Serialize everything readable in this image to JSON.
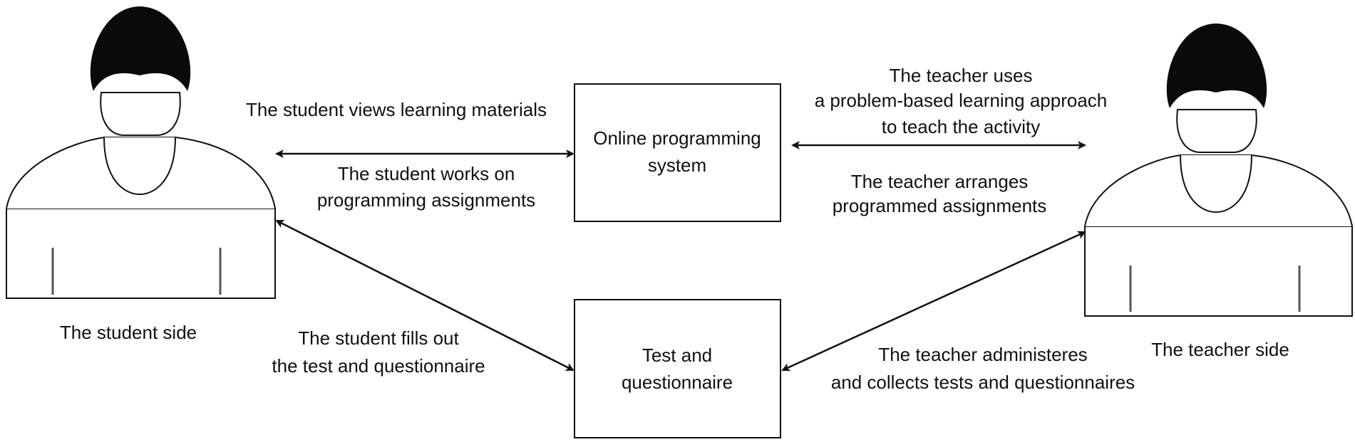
{
  "nodes": {
    "system": {
      "lines": [
        "Online programming",
        "system"
      ]
    },
    "test": {
      "lines": [
        "Test and",
        "questionnaire"
      ]
    },
    "student": {
      "label": "The student side"
    },
    "teacher": {
      "label": "The teacher side"
    }
  },
  "edges": {
    "student_views": "The student views learning materials",
    "student_works": [
      "The student works on",
      "programming assignments"
    ],
    "teacher_uses": [
      "The teacher uses",
      "a problem-based learning approach",
      "to teach the activity"
    ],
    "teacher_arranges": [
      "The teacher arranges",
      "programmed assignments"
    ],
    "student_fills": [
      "The student fills out",
      "the test and questionnaire"
    ],
    "teacher_administers": [
      "The teacher administeres",
      "and collects tests and questionnaires"
    ]
  },
  "colors": {
    "stroke": "#111111",
    "head_fill": "#0a0a0a",
    "background": "#ffffff",
    "arm_line": "#555555"
  }
}
